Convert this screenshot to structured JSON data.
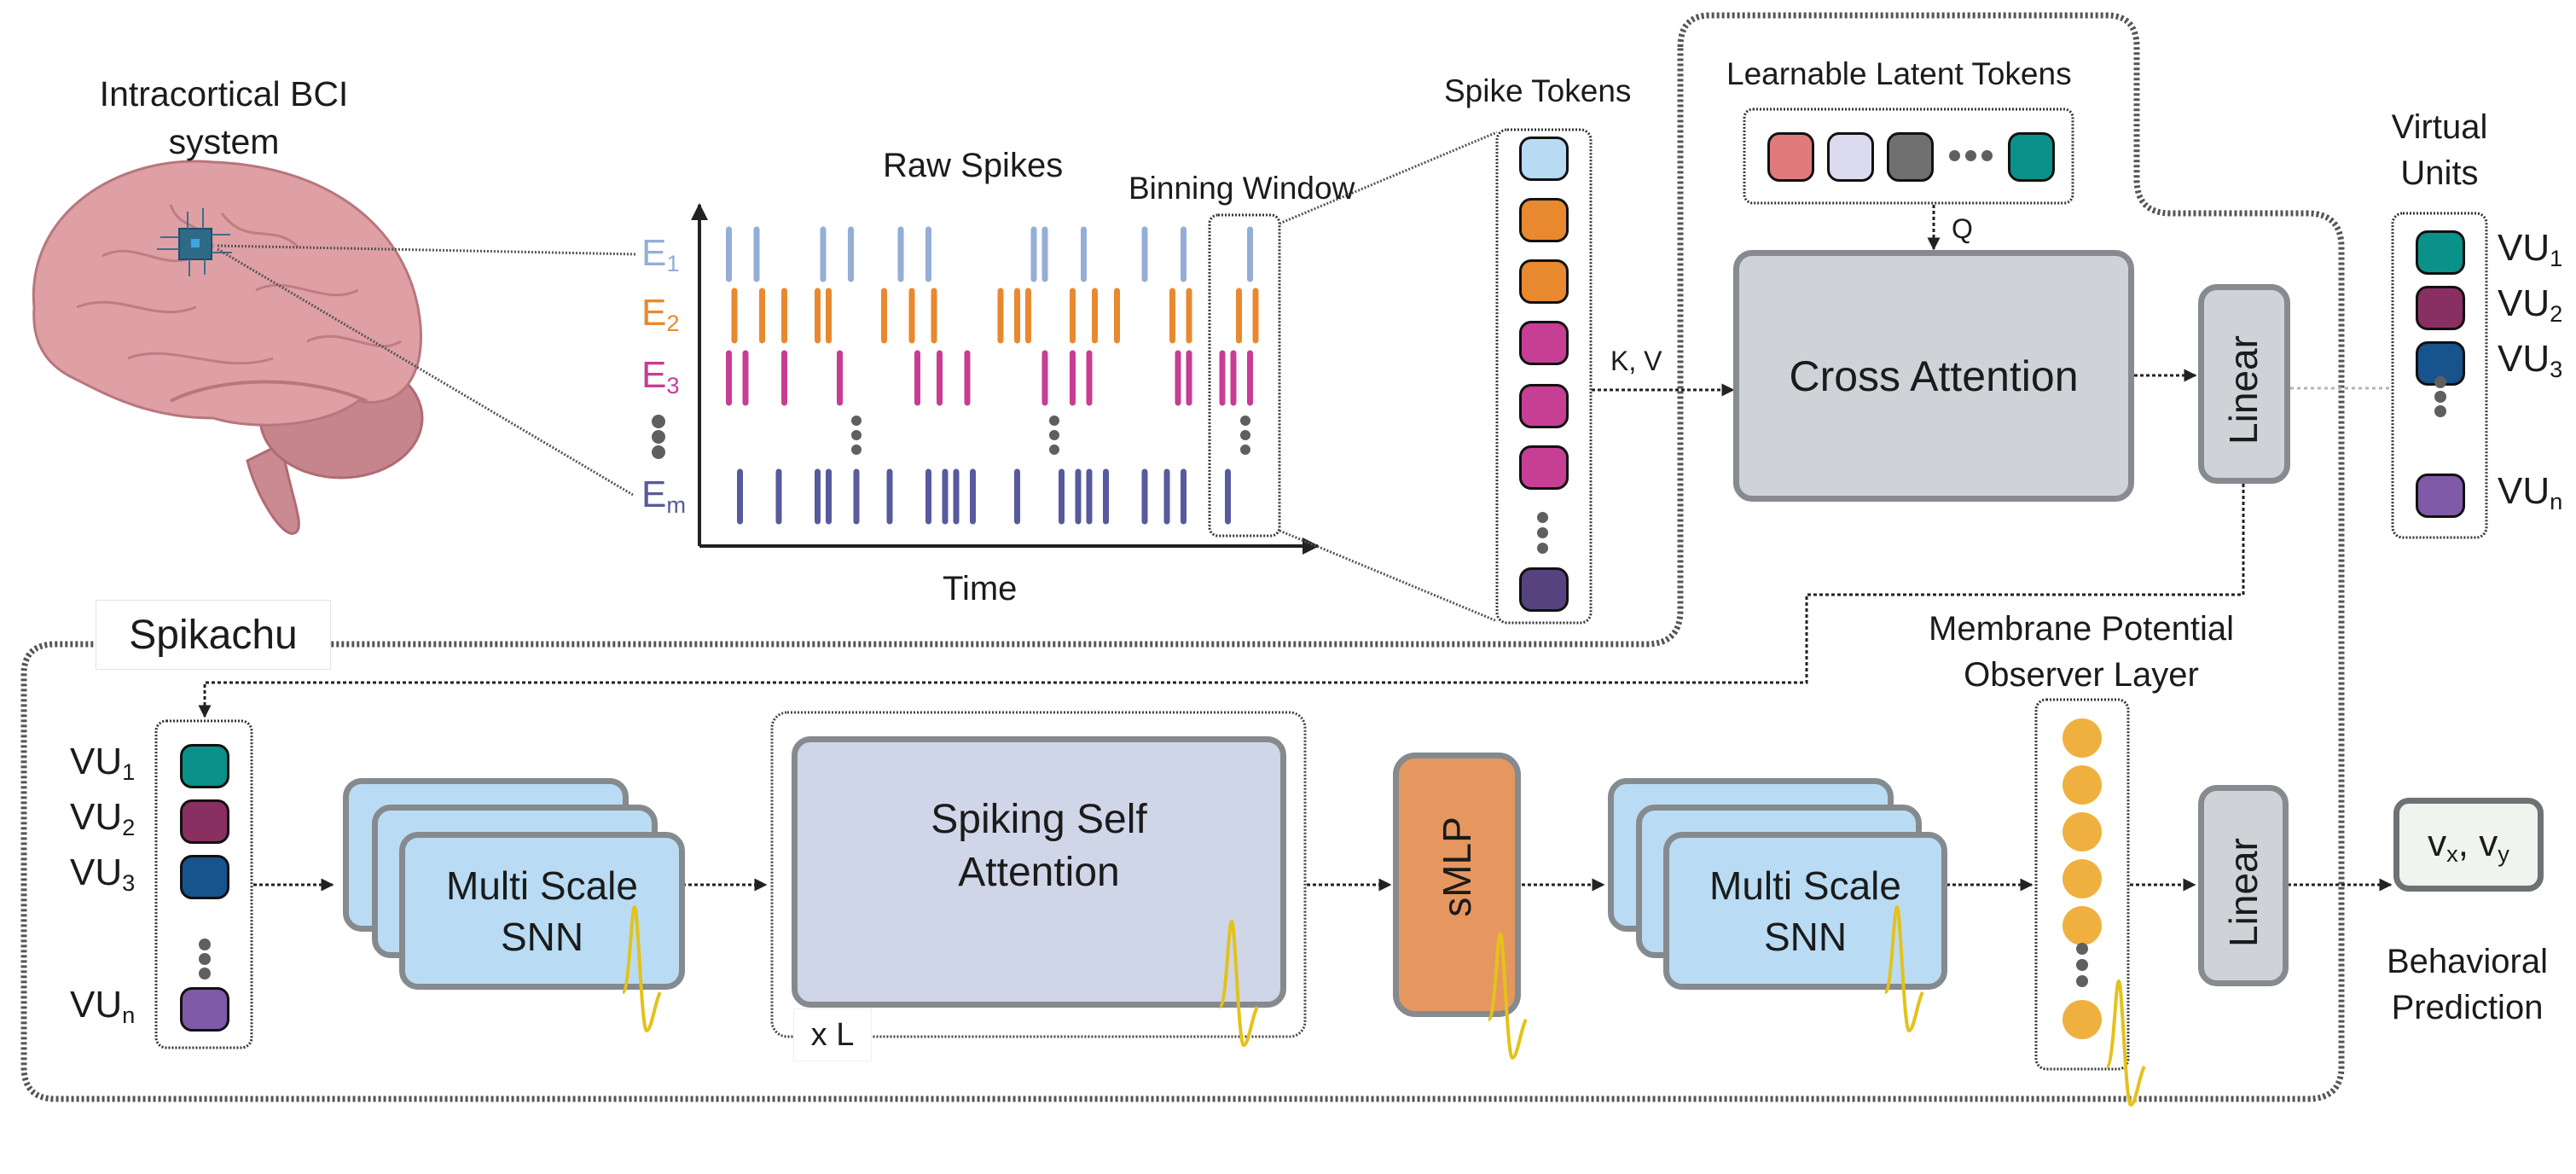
{
  "bci": {
    "title_line1": "Intracortical BCI",
    "title_line2": "system"
  },
  "raster": {
    "title": "Raw Spikes",
    "xlabel": "Time",
    "binning_label": "Binning Window",
    "electrodes": [
      {
        "name": "E",
        "sub": "1",
        "color": "#94aed6"
      },
      {
        "name": "E",
        "sub": "2",
        "color": "#e8892f"
      },
      {
        "name": "E",
        "sub": "3",
        "color": "#c83d94"
      },
      {
        "name": "E",
        "sub": "m",
        "color": "#575a9c"
      }
    ],
    "spike_times": [
      [
        0.03,
        0.08,
        0.2,
        0.25,
        0.34,
        0.39,
        0.58,
        0.6,
        0.67,
        0.78,
        0.85,
        0.97
      ],
      [
        0.04,
        0.09,
        0.13,
        0.19,
        0.21,
        0.31,
        0.36,
        0.4,
        0.52,
        0.55,
        0.57,
        0.65,
        0.69,
        0.73,
        0.83,
        0.86,
        0.95,
        0.98
      ],
      [
        0.03,
        0.06,
        0.13,
        0.23,
        0.37,
        0.41,
        0.46,
        0.6,
        0.65,
        0.68,
        0.84,
        0.86,
        0.92,
        0.94,
        0.97
      ],
      [
        0.05,
        0.12,
        0.19,
        0.21,
        0.26,
        0.32,
        0.39,
        0.42,
        0.44,
        0.47,
        0.55,
        0.63,
        0.66,
        0.68,
        0.71,
        0.78,
        0.82,
        0.85,
        0.93
      ]
    ]
  },
  "spike_tokens": {
    "title": "Spike Tokens",
    "colors": [
      "#b7dbf3",
      "#e8892f",
      "#e8892f",
      "#c63f95",
      "#c63f95",
      "#c63f95",
      "#56427f"
    ]
  },
  "cross_attention": {
    "latent_title": "Learnable Latent Tokens",
    "latent_colors": [
      "#e07b7b",
      "#dcdaee",
      "#707070",
      "#0a9189"
    ],
    "q_label": "Q",
    "kv_label": "K, V",
    "block_label": "Cross Attention",
    "linear_label": "Linear"
  },
  "virtual_units": {
    "title_line1": "Virtual",
    "title_line2": "Units",
    "items": [
      {
        "label": "VU",
        "sub": "1",
        "color": "#0a9189"
      },
      {
        "label": "VU",
        "sub": "2",
        "color": "#8a2f62"
      },
      {
        "label": "VU",
        "sub": "3",
        "color": "#17538d"
      },
      {
        "label": "VU",
        "sub": "n",
        "color": "#8059a8"
      }
    ]
  },
  "spikachu": {
    "title": "Spikachu",
    "ms_snn_label_line1": "Multi Scale",
    "ms_snn_label_line2": "SNN",
    "ssa_line1": "Spiking Self",
    "ssa_line2": "Attention",
    "repeat_label": "x L",
    "smlp_label": "sMLP",
    "observer_line1": "Membrane Potential",
    "observer_line2": "Observer Layer",
    "linear_label": "Linear",
    "output_label": "v",
    "output_sub_x": "x",
    "output_sub_y": "y",
    "prediction_line1": "Behavioral",
    "prediction_line2": "Prediction",
    "observer_color": "#f0b040",
    "spike_trace_color": "#e3c21a"
  }
}
